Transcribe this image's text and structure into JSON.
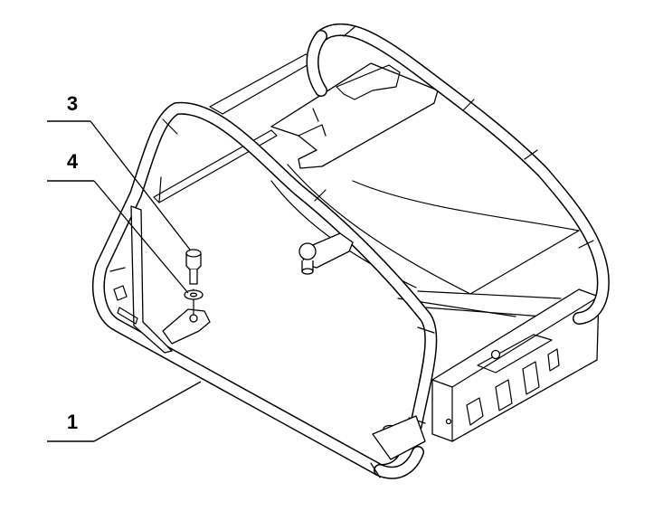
{
  "callouts": [
    {
      "id": "3",
      "label": "3"
    },
    {
      "id": "4",
      "label": "4"
    },
    {
      "id": "1",
      "label": "1"
    }
  ]
}
